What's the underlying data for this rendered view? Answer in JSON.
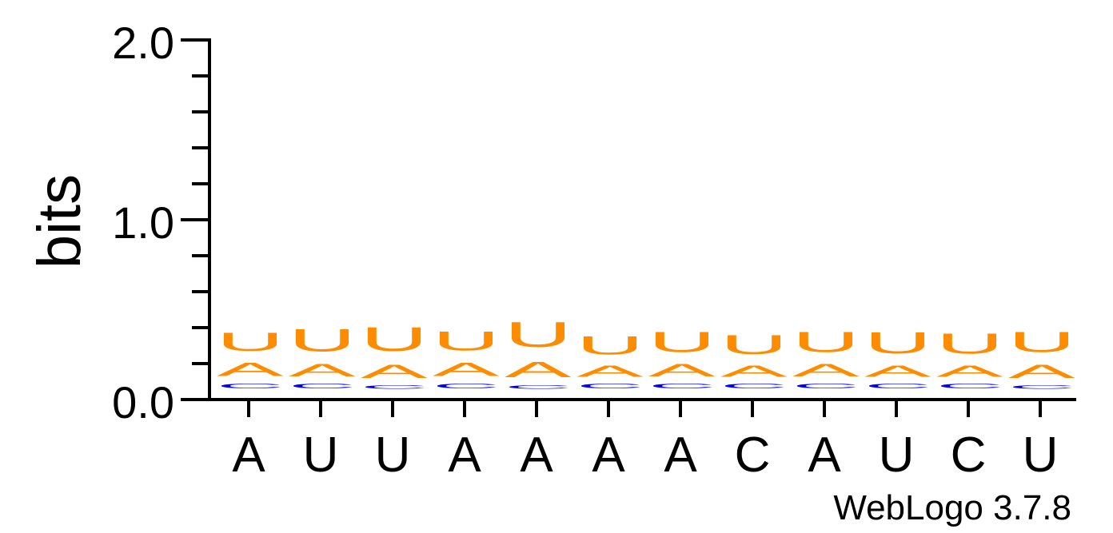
{
  "chart_data": {
    "type": "sequence-logo",
    "ylabel": "bits",
    "ylim": [
      0,
      2.0
    ],
    "y_ticks": [
      "0.0",
      "1.0",
      "2.0"
    ],
    "x_labels": [
      "A",
      "U",
      "U",
      "A",
      "A",
      "A",
      "A",
      "C",
      "A",
      "U",
      "C",
      "U"
    ],
    "footer": "WebLogo 3.7.8",
    "colors": {
      "A": "#ff8c00",
      "U": "#ff8c00",
      "C": "#0000ff"
    },
    "stacks": [
      [
        {
          "letter": "C",
          "bits": 0.04
        },
        {
          "letter": "A",
          "bits": 0.12
        },
        {
          "letter": "U",
          "bits": 0.16
        }
      ],
      [
        {
          "letter": "C",
          "bits": 0.04
        },
        {
          "letter": "A",
          "bits": 0.11
        },
        {
          "letter": "U",
          "bits": 0.2
        }
      ],
      [
        {
          "letter": "C",
          "bits": 0.03
        },
        {
          "letter": "A",
          "bits": 0.12
        },
        {
          "letter": "U",
          "bits": 0.21
        }
      ],
      [
        {
          "letter": "C",
          "bits": 0.04
        },
        {
          "letter": "A",
          "bits": 0.12
        },
        {
          "letter": "U",
          "bits": 0.17
        }
      ],
      [
        {
          "letter": "C",
          "bits": 0.03
        },
        {
          "letter": "A",
          "bits": 0.14
        },
        {
          "letter": "U",
          "bits": 0.22
        }
      ],
      [
        {
          "letter": "C",
          "bits": 0.04
        },
        {
          "letter": "A",
          "bits": 0.1
        },
        {
          "letter": "U",
          "bits": 0.16
        }
      ],
      [
        {
          "letter": "C",
          "bits": 0.04
        },
        {
          "letter": "A",
          "bits": 0.11
        },
        {
          "letter": "U",
          "bits": 0.18
        }
      ],
      [
        {
          "letter": "C",
          "bits": 0.04
        },
        {
          "letter": "A",
          "bits": 0.1
        },
        {
          "letter": "U",
          "bits": 0.17
        }
      ],
      [
        {
          "letter": "C",
          "bits": 0.04
        },
        {
          "letter": "A",
          "bits": 0.11
        },
        {
          "letter": "U",
          "bits": 0.18
        }
      ],
      [
        {
          "letter": "C",
          "bits": 0.04
        },
        {
          "letter": "A",
          "bits": 0.1
        },
        {
          "letter": "U",
          "bits": 0.19
        }
      ],
      [
        {
          "letter": "C",
          "bits": 0.04
        },
        {
          "letter": "A",
          "bits": 0.1
        },
        {
          "letter": "U",
          "bits": 0.18
        }
      ],
      [
        {
          "letter": "C",
          "bits": 0.03
        },
        {
          "letter": "A",
          "bits": 0.12
        },
        {
          "letter": "U",
          "bits": 0.18
        }
      ]
    ]
  }
}
